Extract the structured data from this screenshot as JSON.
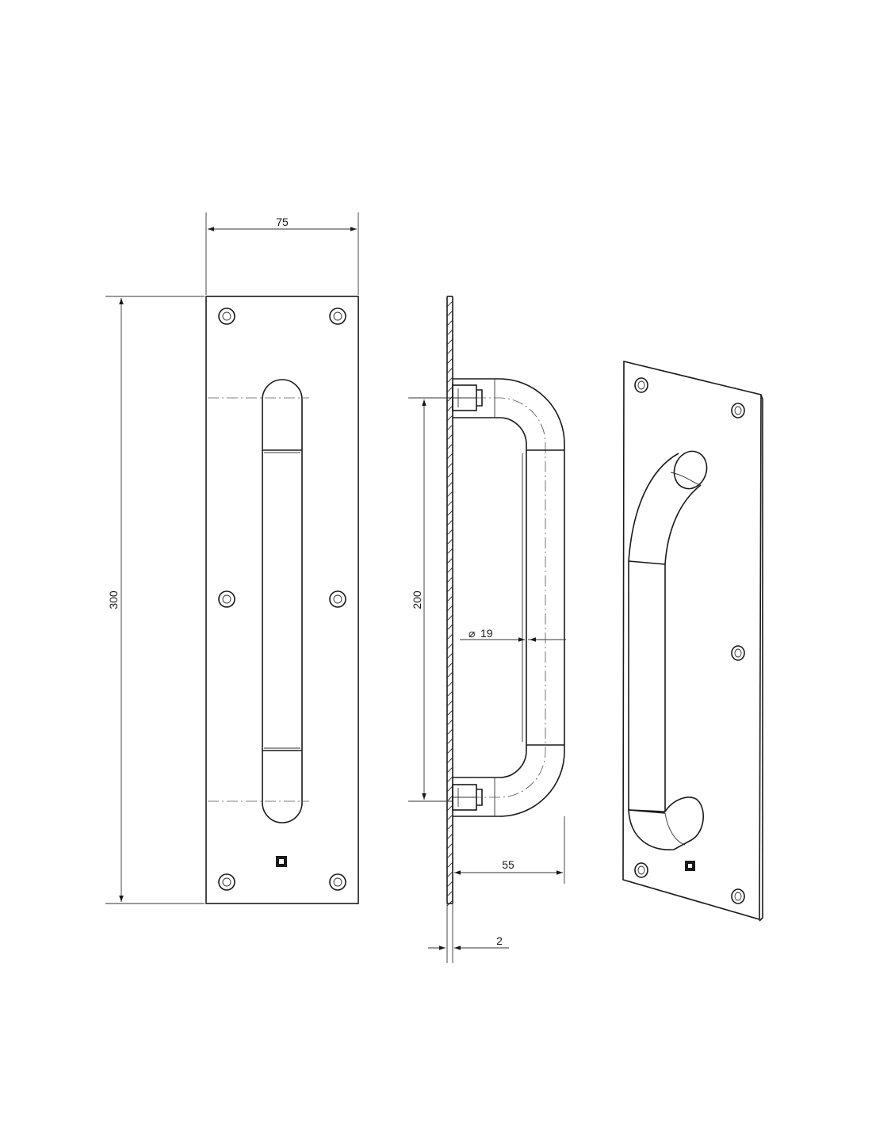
{
  "dimensions": {
    "plate_width": "75",
    "plate_height": "300",
    "handle_centers": "200",
    "handle_diameter": "19",
    "handle_projection": "55",
    "plate_thickness": "2"
  },
  "diameter_symbol": "⌀",
  "colors": {
    "line": "#1a1a1a",
    "background": "#ffffff"
  }
}
